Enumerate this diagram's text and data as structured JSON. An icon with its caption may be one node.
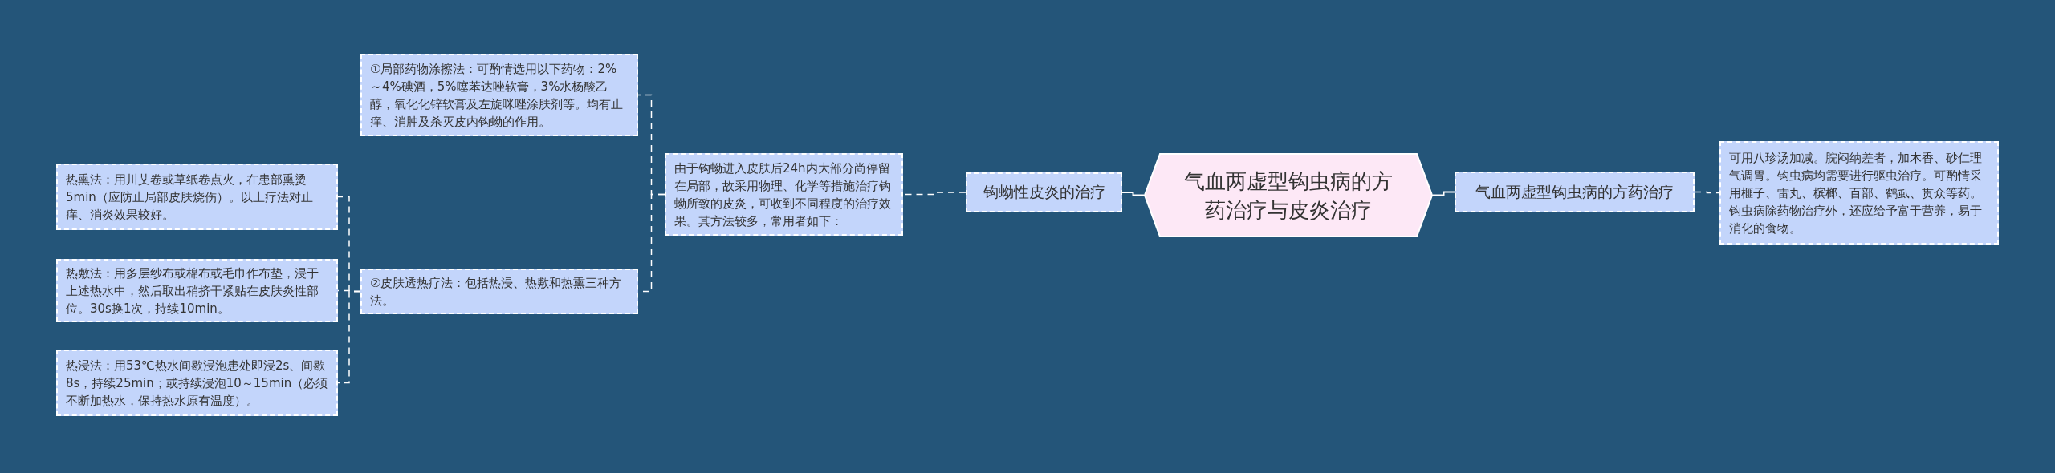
{
  "diagram": {
    "nodes": [
      {
        "text": [
          "气血两虚型钩虫病的方药治疗与皮炎治疗"
        ]
      },
      {
        "text": [
          "钩蚴性皮炎的治疗"
        ]
      },
      {
        "text": [
          "由于钩蚴进入皮肤后24h内大部分尚停留在局部，故采用物理、化学等措施治疗钩蚴所致的皮炎，可收到不同程度的治疗效果。其方法较多，常用者如下："
        ]
      },
      {
        "text": [
          "①局部药物涂擦法：可酌情选用以下药物：2%～4%碘酒，5%噻苯达唑软膏，3%水杨酸乙醇，氧化化锌软膏及左旋咪唑涂肤剂等。均有止痒、消肿及杀灭皮内钩蚴的作用。"
        ]
      },
      {
        "text": [
          "②皮肤透热疗法：包括热浸、热敷和热熏三种方法。"
        ]
      },
      {
        "text": [
          "热熏法：用川艾卷或草纸卷点火，在患部熏烫5min（应防止局部皮肤烧伤）。以上疗法对止痒、消炎效果较好。"
        ]
      },
      {
        "text": [
          "热敷法：用多层纱布或棉布或毛巾作布垫，浸于上述热水中，然后取出稍挤干紧贴在皮肤炎性部位。30s换1次，持续10min。"
        ]
      },
      {
        "text": [
          "热浸法：用53℃热水间歇浸泡患处即浸2s、间歇8s，持续25min；或持续浸泡10～15min（必须不断加热水，保持热水原有温度）。"
        ]
      },
      {
        "text": [
          "气血两虚型钩虫病的方药治疗"
        ]
      },
      {
        "text": [
          "可用八珍汤加减。脘闷纳差者，加木香、砂仁理气调胃。钩虫病均需要进行驱虫治疗。可酌情采用榧子、雷丸、槟榔、百部、鹤虱、贯众等药。钩虫病除药物治疗外，还应给予富于营养，易于消化的食物。"
        ]
      }
    ],
    "edges": [
      {
        "from": 0,
        "to": 1,
        "arrow": "none"
      },
      {
        "from": 1,
        "to": 2,
        "arrow": "none",
        "style": "dashed"
      },
      {
        "from": 2,
        "to": 3,
        "arrow": "none",
        "style": "dashed"
      },
      {
        "from": 2,
        "to": 4,
        "arrow": "none",
        "style": "dashed"
      },
      {
        "from": 4,
        "to": 5,
        "arrow": "none",
        "style": "dashed"
      },
      {
        "from": 4,
        "to": 6,
        "arrow": "none",
        "style": "dashed"
      },
      {
        "from": 4,
        "to": 7,
        "arrow": "none",
        "style": "dashed"
      },
      {
        "from": 0,
        "to": 8,
        "arrow": "none"
      },
      {
        "from": 8,
        "to": 9,
        "arrow": "none",
        "style": "dashed"
      }
    ]
  }
}
